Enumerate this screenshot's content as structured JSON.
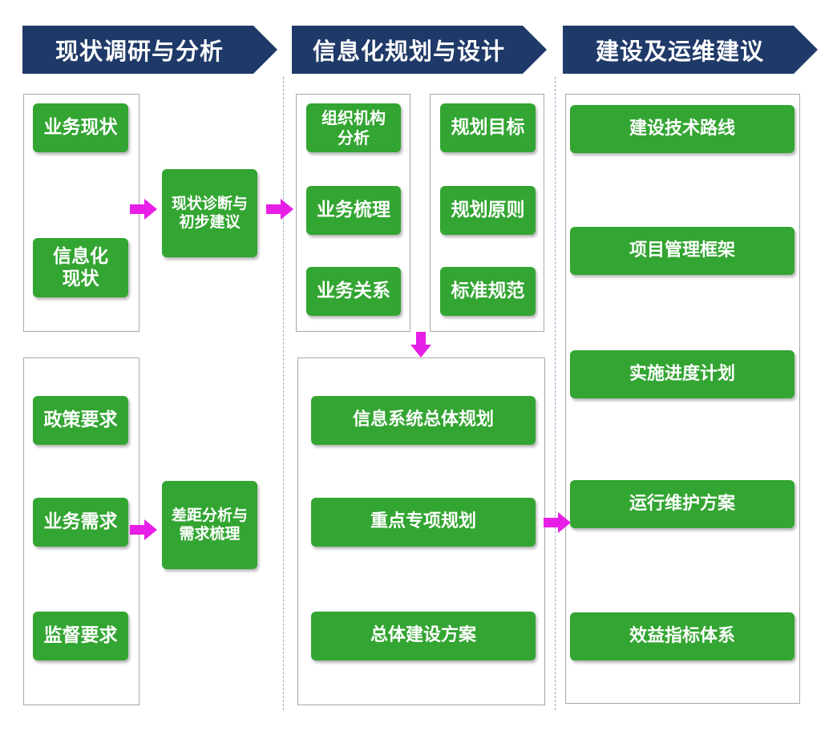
{
  "headers": {
    "col1": "现状调研与分析",
    "col2": "信息化规划与设计",
    "col3": "建设及运维建议"
  },
  "col1": {
    "top": [
      "业务现状",
      "信息化\n现状"
    ],
    "top_result": "现状诊断与\n初步建议",
    "bottom": [
      "政策要求",
      "业务需求",
      "监督要求"
    ],
    "bottom_result": "差距分析与\n需求梳理"
  },
  "col2": {
    "left": [
      "组织机构\n分析",
      "业务梳理",
      "业务关系"
    ],
    "right": [
      "规划目标",
      "规划原则",
      "标准规范"
    ],
    "outputs": [
      "信息系统总体规划",
      "重点专项规划",
      "总体建设方案"
    ]
  },
  "col3": {
    "items": [
      "建设技术路线",
      "项目管理框架",
      "实施进度计划",
      "运行维护方案",
      "效益指标体系"
    ]
  },
  "colors": {
    "header": "#1f3a68",
    "box": "#33a532",
    "arrow": "#e61ee6",
    "panel_border": "#a8a8a8"
  }
}
